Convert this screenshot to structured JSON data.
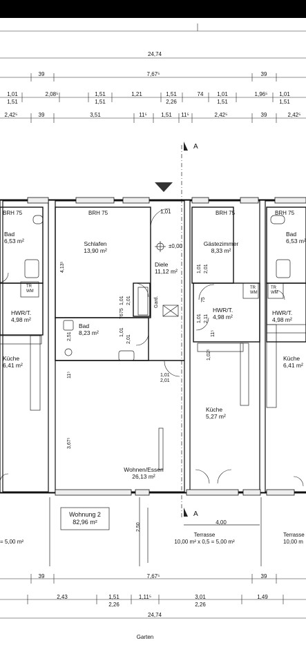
{
  "dims_top": {
    "overall": "24,74",
    "row1": [
      "39",
      "7,67⁵",
      "39"
    ],
    "row2_top": [
      "1,01",
      "2,08⁵",
      "1,51",
      "1,21",
      "1,51",
      "74",
      "1,01",
      "1,96⁵",
      "1,01"
    ],
    "row2_bottom": [
      "1,51",
      "1,51",
      "2,26",
      "1,51",
      "1,51"
    ],
    "row3": [
      "2,42⁵",
      "39",
      "3,51",
      "11⁵",
      "1,51",
      "11⁵",
      "2,42⁵",
      "39",
      "2,42⁵"
    ]
  },
  "dims_bottom": {
    "row1": [
      "39",
      "7,67⁵",
      "39"
    ],
    "row2_top": [
      "2,43",
      "1,51",
      "1,11⁵",
      "3,01",
      "1,49"
    ],
    "row2_bottom": [
      "2,26",
      "2,26"
    ],
    "overall": "24,74"
  },
  "section_marker": "A",
  "level_marker": "±0,00",
  "rooms": {
    "bad_left": {
      "name": "Bad",
      "area": "6,53 m²"
    },
    "hwr_left": {
      "name": "HWR/T.",
      "area": "4,98 m²"
    },
    "kueche_left": {
      "name": "Küche",
      "area": "6,41 m²"
    },
    "schlafen": {
      "name": "Schlafen",
      "area": "13,90 m²"
    },
    "bad_mid": {
      "name": "Bad",
      "area": "8,23 m²"
    },
    "diele": {
      "name": "Diele",
      "area": "11,12 m²"
    },
    "wohnen": {
      "name": "Wohnen/Essen",
      "area": "26,13 m²"
    },
    "gaeste": {
      "name": "Gästezimmer",
      "area": "8,33 m²"
    },
    "hwr_mid": {
      "name": "HWR/T.",
      "area": "4,98 m²"
    },
    "kueche_mid": {
      "name": "Küche",
      "area": "5,27 m²"
    },
    "bad_right": {
      "name": "Bad",
      "area": "6,53 m²"
    },
    "hwr_right": {
      "name": "HWR/T.",
      "area": "4,98 m²"
    },
    "kueche_right": {
      "name": "Küche",
      "area": "6,41 m²"
    }
  },
  "brh": "BRH 75",
  "gard": "Gard.",
  "tr_wm": [
    "TR",
    "WM"
  ],
  "door_dims": [
    "1,01",
    "2,01"
  ],
  "inner_dims": {
    "d_413": "4,13⁵",
    "d_251": "2,51",
    "d_367": "3,67⁵",
    "d_75": "75",
    "d_76": "76",
    "d_115": "11⁵",
    "d_101": "1,01",
    "d_211": "2,11",
    "d_102": "1,02⁵"
  },
  "wohnung": {
    "title": "Wohnung 2",
    "area": "82,96 m²"
  },
  "terrasse_mid": {
    "name": "Terrasse",
    "calc": "10,00 m² x 0,5 = 5,00 m²",
    "width": "4,00",
    "depth": "2,50"
  },
  "terrasse_right": {
    "name": "Terrasse",
    "calc": "10,00 m"
  },
  "terrasse_left_calc": "= 5,00 m²",
  "garten": "Garten"
}
